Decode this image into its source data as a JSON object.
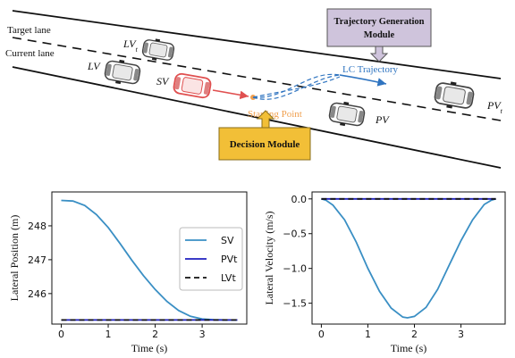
{
  "diagram": {
    "target_lane": "Target lane",
    "current_lane": "Current lane",
    "lv_t_base": "LV",
    "lv_t_sub": "t",
    "lv": "LV",
    "sv": "SV",
    "pv": "PV",
    "pv_t_base": "PV",
    "pv_t_sub": "t",
    "traj_module_line1": "Trajectory Generation",
    "traj_module_line2": "Module",
    "lc_trajectory": "LC Trajectory",
    "starting_point": "Starting Point",
    "decision_module": "Decision Module",
    "colors": {
      "traj_module_fill": "#cfc4dc",
      "decision_fill": "#f2bf37",
      "sv_car": "#e05050",
      "lc_arrow": "#2f74c0",
      "starting_point": "#f0a050"
    }
  },
  "chart_data": [
    {
      "type": "line",
      "xlabel": "Time (s)",
      "ylabel": "Lateral Position (m)",
      "xlim": [
        -0.2,
        3.95
      ],
      "ylim": [
        245.1,
        249.0
      ],
      "xticks": [
        0,
        1,
        2,
        3
      ],
      "yticks": [
        246,
        247,
        248
      ],
      "legend": "center-right",
      "series": [
        {
          "name": "SV",
          "color": "#3a8fc4",
          "dash": "solid",
          "x": [
            0,
            0.25,
            0.5,
            0.75,
            1.0,
            1.25,
            1.5,
            1.75,
            2.0,
            2.25,
            2.5,
            2.75,
            3.0,
            3.25,
            3.5,
            3.75
          ],
          "y": [
            248.75,
            248.73,
            248.6,
            248.33,
            247.95,
            247.48,
            246.99,
            246.53,
            246.12,
            245.77,
            245.5,
            245.33,
            245.25,
            245.23,
            245.22,
            245.22
          ]
        },
        {
          "name": "PVt",
          "color": "#1f1fbf",
          "dash": "solid",
          "x": [
            0,
            3.75
          ],
          "y": [
            245.22,
            245.22
          ]
        },
        {
          "name": "LVt",
          "color": "#111111",
          "dash": "dashed",
          "x": [
            0,
            3.75
          ],
          "y": [
            245.22,
            245.22
          ]
        }
      ]
    },
    {
      "type": "line",
      "xlabel": "Time (s)",
      "ylabel": "Lateral Velocity (m/s)",
      "xlim": [
        -0.2,
        3.95
      ],
      "ylim": [
        -1.8,
        0.1
      ],
      "xticks": [
        0,
        1,
        2,
        3
      ],
      "yticks": [
        0.0,
        -0.5,
        -1.0,
        -1.5
      ],
      "ytick_labels": [
        "0.0",
        "−0.5",
        "−1.0",
        "−1.5"
      ],
      "series": [
        {
          "name": "SV",
          "color": "#3a8fc4",
          "dash": "solid",
          "x": [
            0,
            0.1,
            0.25,
            0.5,
            0.75,
            1.0,
            1.25,
            1.5,
            1.75,
            1.85,
            2.0,
            2.25,
            2.5,
            2.75,
            3.0,
            3.25,
            3.5,
            3.65,
            3.75
          ],
          "y": [
            0,
            -0.02,
            -0.09,
            -0.3,
            -0.62,
            -1.0,
            -1.33,
            -1.57,
            -1.7,
            -1.71,
            -1.69,
            -1.56,
            -1.3,
            -0.95,
            -0.6,
            -0.3,
            -0.08,
            -0.02,
            0
          ]
        },
        {
          "name": "PVt",
          "color": "#1f1fbf",
          "dash": "solid",
          "x": [
            0,
            3.75
          ],
          "y": [
            0,
            0
          ]
        },
        {
          "name": "LVt",
          "color": "#111111",
          "dash": "dashed",
          "x": [
            0,
            3.75
          ],
          "y": [
            0,
            0
          ]
        }
      ]
    }
  ]
}
